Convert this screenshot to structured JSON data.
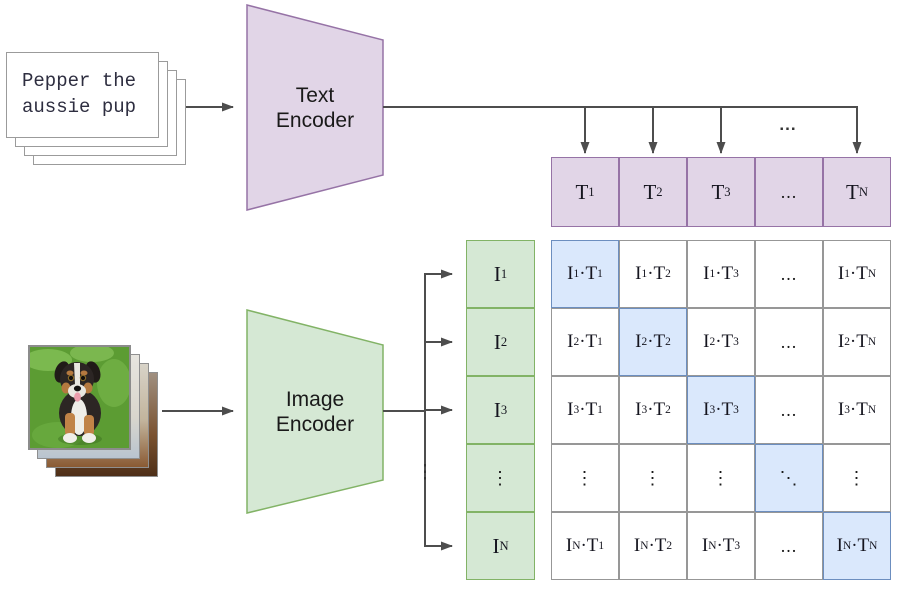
{
  "text_input": {
    "lines": [
      "Pepper the",
      "aussie pup"
    ]
  },
  "encoders": {
    "text": {
      "label": [
        "Text",
        "Encoder"
      ]
    },
    "image": {
      "label": [
        "Image",
        "Encoder"
      ]
    }
  },
  "symbols": {
    "image_prefix": "I",
    "text_prefix": "T",
    "dot": "·"
  },
  "ellipsis": {
    "horizontal": "...",
    "vertical": "⋮",
    "diagonal": "⋱"
  },
  "text_embeddings": {
    "cells": [
      {
        "base": "T",
        "sub": "1"
      },
      {
        "base": "T",
        "sub": "2"
      },
      {
        "base": "T",
        "sub": "3"
      },
      {
        "ellipsis": "..."
      },
      {
        "base": "T",
        "sub": "N"
      }
    ]
  },
  "image_embeddings": {
    "cells": [
      {
        "base": "I",
        "sub": "1"
      },
      {
        "base": "I",
        "sub": "2"
      },
      {
        "base": "I",
        "sub": "3"
      },
      {
        "ellipsis": "⋮"
      },
      {
        "base": "I",
        "sub": "N"
      }
    ]
  },
  "similarity_matrix": {
    "rows": [
      {
        "cells": [
          {
            "i": "1",
            "t": "1",
            "highlight": true
          },
          {
            "i": "1",
            "t": "2"
          },
          {
            "i": "1",
            "t": "3"
          },
          {
            "ellipsis": "..."
          },
          {
            "i": "1",
            "t": "N"
          }
        ]
      },
      {
        "cells": [
          {
            "i": "2",
            "t": "1"
          },
          {
            "i": "2",
            "t": "2",
            "highlight": true
          },
          {
            "i": "2",
            "t": "3"
          },
          {
            "ellipsis": "..."
          },
          {
            "i": "2",
            "t": "N"
          }
        ]
      },
      {
        "cells": [
          {
            "i": "3",
            "t": "1"
          },
          {
            "i": "3",
            "t": "2"
          },
          {
            "i": "3",
            "t": "3",
            "highlight": true
          },
          {
            "ellipsis": "..."
          },
          {
            "i": "3",
            "t": "N"
          }
        ]
      },
      {
        "cells": [
          {
            "ellipsis": "⋮"
          },
          {
            "ellipsis": "⋮"
          },
          {
            "ellipsis": "⋮"
          },
          {
            "ellipsis": "⋱",
            "highlight": true
          },
          {
            "ellipsis": "⋮"
          }
        ]
      },
      {
        "cells": [
          {
            "i": "N",
            "t": "1"
          },
          {
            "i": "N",
            "t": "2"
          },
          {
            "i": "N",
            "t": "3"
          },
          {
            "ellipsis": "..."
          },
          {
            "i": "N",
            "t": "N",
            "highlight": true
          }
        ]
      }
    ]
  },
  "colors": {
    "text_fill": "#E1D5E7",
    "text_stroke": "#9673A6",
    "image_fill": "#D5E8D4",
    "image_stroke": "#82B366",
    "highlight_fill": "#DAE8FC",
    "highlight_stroke": "#6C8EBF",
    "grid_stroke": "#979797",
    "connector": "#4D4D4D"
  }
}
